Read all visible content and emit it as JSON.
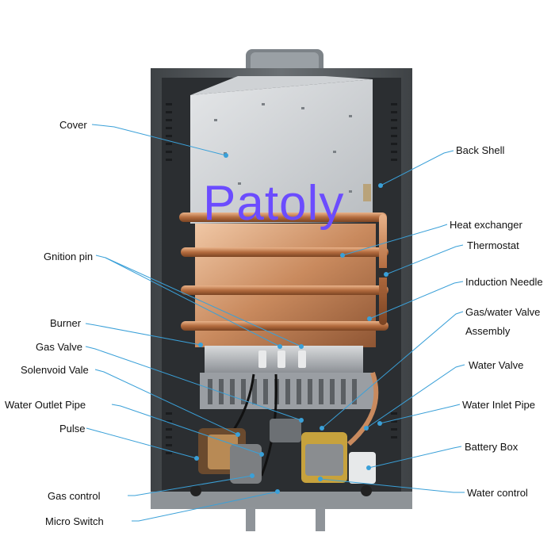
{
  "brand": "Patoly",
  "labels_left": {
    "cover": "Cover",
    "gnition_pin": "Gnition pin",
    "burner": "Burner",
    "gas_valve": "Gas Valve",
    "solenvoid_vale": "Solenvoid Vale",
    "water_outlet_pipe": "Water Outlet Pipe",
    "pulse": "Pulse",
    "gas_control": "Gas control",
    "micro_switch": "Micro Switch"
  },
  "labels_right": {
    "back_shell": "Back Shell",
    "heat_exchanger": "Heat exchanger",
    "thermostat": "Thermostat",
    "induction_needle": "Induction Needle",
    "gas_water_valve_line1": "Gas/water Valve",
    "gas_water_valve_line2": "Assembly",
    "water_valve": "Water Valve",
    "water_inlet_pipe": "Water Inlet Pipe",
    "battery_box": "Battery Box",
    "water_control": "Water control"
  },
  "colors": {
    "leader_line": "#3aa0d8",
    "brand_text": "#6b4cff",
    "shell": "#5a5f63",
    "copper": "#c8865a"
  }
}
